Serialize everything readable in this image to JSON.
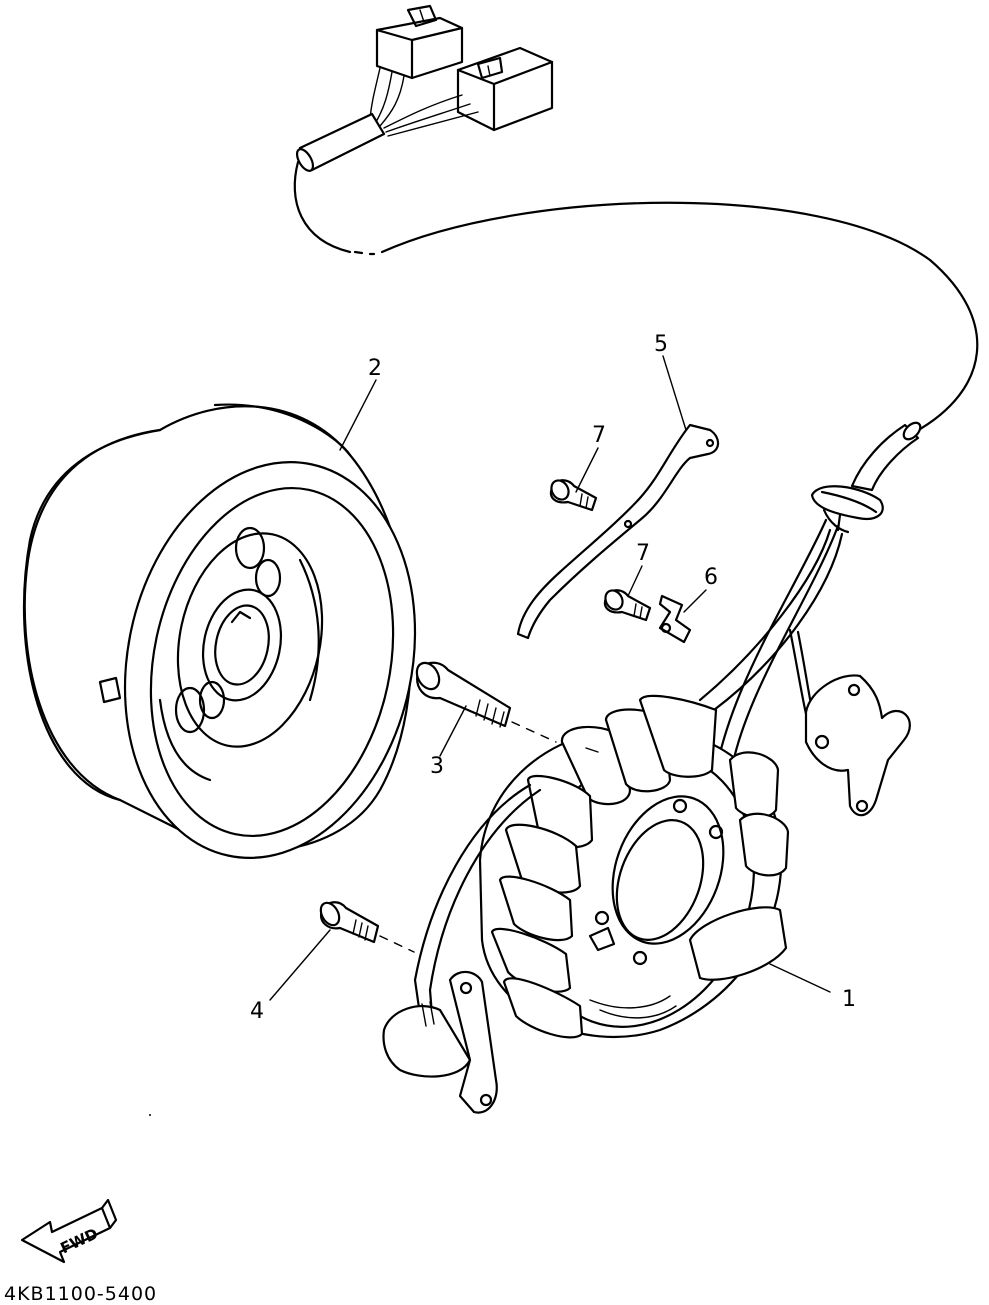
{
  "callouts": [
    {
      "id": "1",
      "text": "1"
    },
    {
      "id": "2",
      "text": "2"
    },
    {
      "id": "3",
      "text": "3"
    },
    {
      "id": "4",
      "text": "4"
    },
    {
      "id": "5",
      "text": "5"
    },
    {
      "id": "6",
      "text": "6"
    },
    {
      "id": "7a",
      "text": "7"
    },
    {
      "id": "7b",
      "text": "7"
    }
  ],
  "direction_arrow": {
    "label": "FWD",
    "icon": "fwd-arrow-icon"
  },
  "diagram_code": "4KB1100-5400"
}
